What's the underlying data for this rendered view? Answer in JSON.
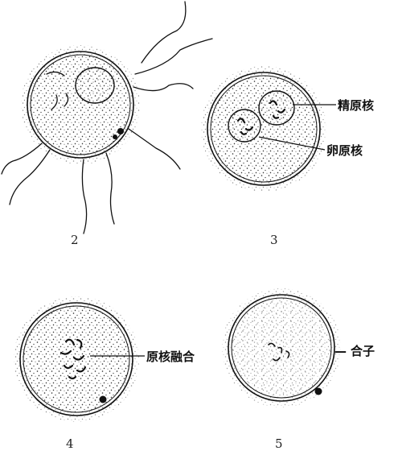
{
  "panels": [
    {
      "number": "2",
      "label": ""
    },
    {
      "number": "3",
      "labels": [
        "精原核",
        "卵原核"
      ]
    },
    {
      "number": "4",
      "label": "原核融合"
    },
    {
      "number": "5",
      "label": "合子"
    }
  ],
  "leader_prefix_5": "—"
}
